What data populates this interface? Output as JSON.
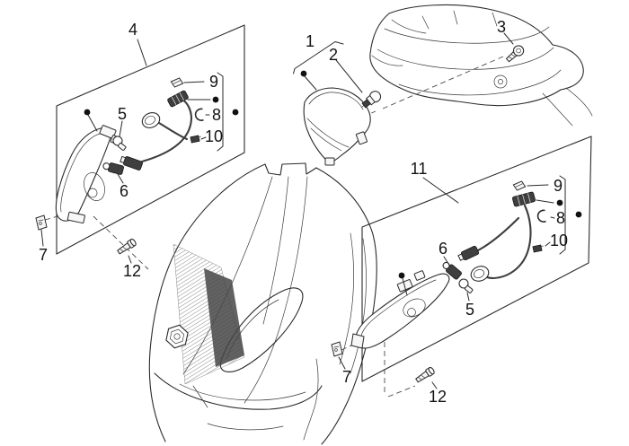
{
  "diagram": {
    "background_color": "#ffffff",
    "line_color": "#2a2a2a",
    "label_color": "#131313",
    "callouts": {
      "c1": "1",
      "c2": "2",
      "c3": "3",
      "c4": "4",
      "c5": "5",
      "c6": "6",
      "c7": "7",
      "c8": "8",
      "c9": "9",
      "c10": "10",
      "c11": "11",
      "c12": "12"
    }
  }
}
